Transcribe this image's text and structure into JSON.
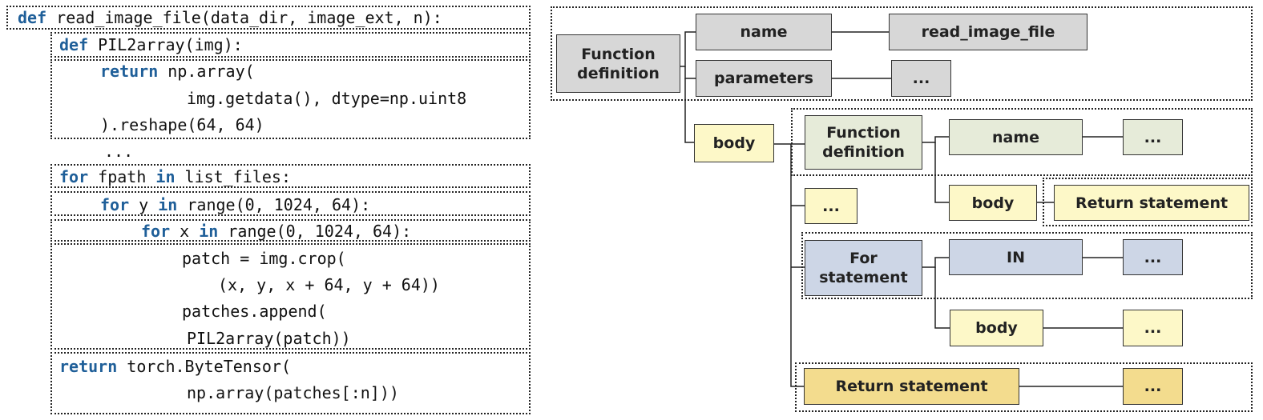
{
  "colors": {
    "gray_node": "#d7d7d7",
    "yellow_node": "#fdf8c8",
    "green_node": "#e6ebd9",
    "blue_node": "#cdd6e6",
    "gold_node": "#f3dc8e",
    "keyword": "#1f5f99"
  },
  "code": {
    "lines": [
      {
        "kw": "def",
        "text": " read_image_file(data_dir, image_ext, n):"
      },
      {
        "kw": "def",
        "text": " PIL2array(img):"
      },
      {
        "kw": "return",
        "text": " np.array("
      },
      {
        "kw": "",
        "text": "img.getdata(), dtype=np.uint8"
      },
      {
        "kw": "",
        "text": ").reshape(64, 64)"
      },
      {
        "kw": "",
        "text": "..."
      },
      {
        "kw": "for",
        "text": " fpath ",
        "kw2": "in",
        "text2": " list_files:"
      },
      {
        "kw": "for",
        "text": " y ",
        "kw2": "in",
        "text2": " range(0, 1024, 64):"
      },
      {
        "kw": "for",
        "text": " x ",
        "kw2": "in",
        "text2": " range(0, 1024, 64):"
      },
      {
        "kw": "",
        "text": "patch = img.crop("
      },
      {
        "kw": "",
        "text": "(x, y, x + 64, y + 64))"
      },
      {
        "kw": "",
        "text": "patches.append("
      },
      {
        "kw": "",
        "text": "PIL2array(patch))"
      },
      {
        "kw": "return",
        "text": " torch.ByteTensor("
      },
      {
        "kw": "",
        "text": "np.array(patches[:n]))"
      }
    ]
  },
  "tree": {
    "root_funcdef": [
      "Function",
      "definition"
    ],
    "root_name": "name",
    "root_name_value": "read_image_file",
    "root_params": "parameters",
    "root_params_value": "...",
    "root_body": "body",
    "inner_funcdef": [
      "Function",
      "definition"
    ],
    "inner_name": "name",
    "inner_name_value": "...",
    "inner_body": "body",
    "inner_return": "Return statement",
    "body_ellipsis": "...",
    "for_stmt": [
      "For",
      "statement"
    ],
    "for_in": "IN",
    "for_in_value": "...",
    "for_body": "body",
    "for_body_value": "...",
    "return_stmt": "Return statement",
    "return_value": "..."
  }
}
